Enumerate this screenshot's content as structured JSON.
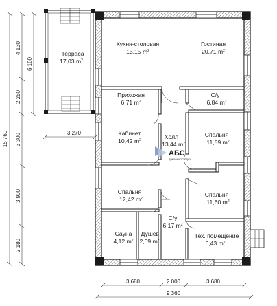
{
  "rooms": {
    "kitchen": {
      "name": "Кухня-столовая",
      "area": "13,15 m",
      "sup": "2"
    },
    "living": {
      "name": "Гостиная",
      "area": "20,71 m",
      "sup": "2"
    },
    "terrace": {
      "name": "Терраса",
      "area": "17,03 m",
      "sup": "2"
    },
    "hall_entry": {
      "name": "Прихожая",
      "area": "6,71 m",
      "sup": "2"
    },
    "bath1": {
      "name": "С/у",
      "area": "6,84 m",
      "sup": "2"
    },
    "office": {
      "name": "Кабинет",
      "area": "10,42 m",
      "sup": "2"
    },
    "hall": {
      "name": "Холл",
      "area": "13,44 m",
      "sup": "2"
    },
    "bedroom1": {
      "name": "Спальня",
      "area": "11,59 m",
      "sup": "2"
    },
    "bedroom2": {
      "name": "Спальня",
      "area": "12,42 m",
      "sup": "2"
    },
    "bedroom3": {
      "name": "Спальня",
      "area": "11,60 m",
      "sup": "2"
    },
    "bath2": {
      "name": "С/у",
      "area": "6,17 m",
      "sup": "2"
    },
    "sauna": {
      "name": "Сауна",
      "area": "4,12 m",
      "sup": "2"
    },
    "shower": {
      "name": "Душев.",
      "area": "2,09 m",
      "sup": "2"
    },
    "tech": {
      "name": "Тех. помещение",
      "area": "6,43 m",
      "sup": "2"
    }
  },
  "dimensions": {
    "left_total": "15 760",
    "left_1": "4 130",
    "left_terrace": "6 160",
    "left_2": "2 250",
    "left_3": "3 300",
    "left_4": "3 900",
    "left_5": "2 180",
    "terrace_offset": "3 270",
    "bottom_1": "3 680",
    "bottom_2": "2 000",
    "bottom_3": "3 680",
    "bottom_total": "9 360"
  },
  "logo": {
    "text": "АБС",
    "subtitle": "ДОМА И КОТТЕДЖИ",
    "color": "#8aa0c8"
  }
}
